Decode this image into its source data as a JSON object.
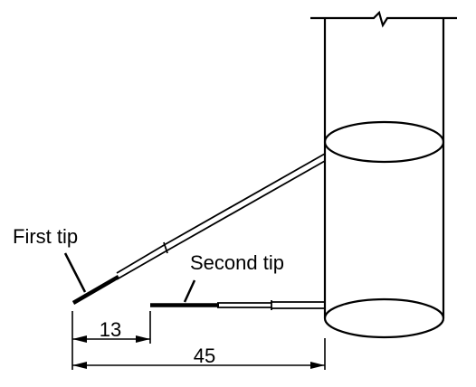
{
  "labels": {
    "first_tip": "First tip",
    "second_tip": "Second tip"
  },
  "dimensions": {
    "short": "13",
    "long": "45"
  },
  "colors": {
    "line": "#000000",
    "background": "#ffffff"
  }
}
